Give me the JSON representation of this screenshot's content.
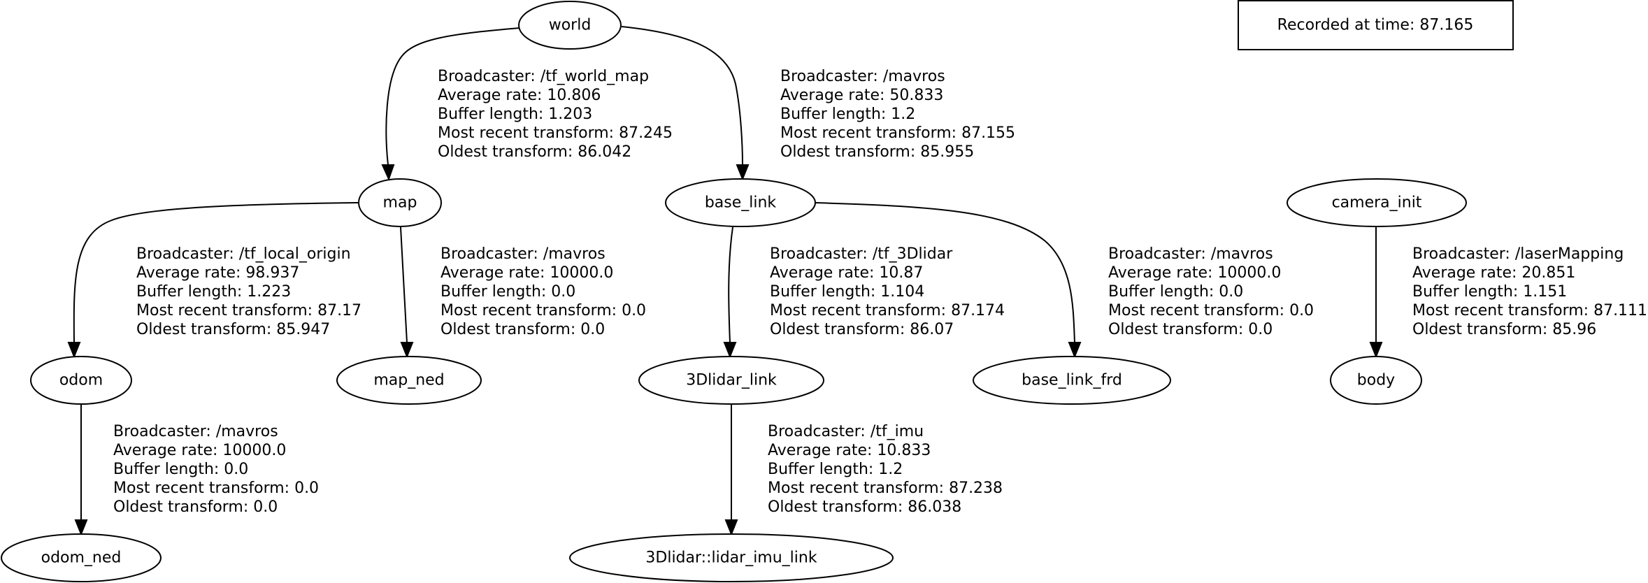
{
  "recorded": {
    "label": "Recorded at time: 87.165"
  },
  "nodes": {
    "world": "world",
    "map": "map",
    "base_link": "base_link",
    "camera_init": "camera_init",
    "odom": "odom",
    "map_ned": "map_ned",
    "lidar_link": "3Dlidar_link",
    "base_link_frd": "base_link_frd",
    "body": "body",
    "odom_ned": "odom_ned",
    "lidar_imu_link": "3Dlidar::lidar_imu_link"
  },
  "edges": {
    "world_map": {
      "broadcaster": "Broadcaster: /tf_world_map",
      "rate": "Average rate: 10.806",
      "buffer": "Buffer length: 1.203",
      "recent": "Most recent transform: 87.245",
      "oldest": "Oldest transform: 86.042"
    },
    "world_base_link": {
      "broadcaster": "Broadcaster: /mavros",
      "rate": "Average rate: 50.833",
      "buffer": "Buffer length: 1.2",
      "recent": "Most recent transform: 87.155",
      "oldest": "Oldest transform: 85.955"
    },
    "map_odom": {
      "broadcaster": "Broadcaster: /tf_local_origin",
      "rate": "Average rate: 98.937",
      "buffer": "Buffer length: 1.223",
      "recent": "Most recent transform: 87.17",
      "oldest": "Oldest transform: 85.947"
    },
    "map_map_ned": {
      "broadcaster": "Broadcaster: /mavros",
      "rate": "Average rate: 10000.0",
      "buffer": "Buffer length: 0.0",
      "recent": "Most recent transform: 0.0",
      "oldest": "Oldest transform: 0.0"
    },
    "base_link_lidar": {
      "broadcaster": "Broadcaster: /tf_3Dlidar",
      "rate": "Average rate: 10.87",
      "buffer": "Buffer length: 1.104",
      "recent": "Most recent transform: 87.174",
      "oldest": "Oldest transform: 86.07"
    },
    "base_link_frd": {
      "broadcaster": "Broadcaster: /mavros",
      "rate": "Average rate: 10000.0",
      "buffer": "Buffer length: 0.0",
      "recent": "Most recent transform: 0.0",
      "oldest": "Oldest transform: 0.0"
    },
    "camera_init_body": {
      "broadcaster": "Broadcaster: /laserMapping",
      "rate": "Average rate: 20.851",
      "buffer": "Buffer length: 1.151",
      "recent": "Most recent transform: 87.111",
      "oldest": "Oldest transform: 85.96"
    },
    "odom_odom_ned": {
      "broadcaster": "Broadcaster: /mavros",
      "rate": "Average rate: 10000.0",
      "buffer": "Buffer length: 0.0",
      "recent": "Most recent transform: 0.0",
      "oldest": "Oldest transform: 0.0"
    },
    "lidar_imu": {
      "broadcaster": "Broadcaster: /tf_imu",
      "rate": "Average rate: 10.833",
      "buffer": "Buffer length: 1.2",
      "recent": "Most recent transform: 87.238",
      "oldest": "Oldest transform: 86.038"
    }
  }
}
